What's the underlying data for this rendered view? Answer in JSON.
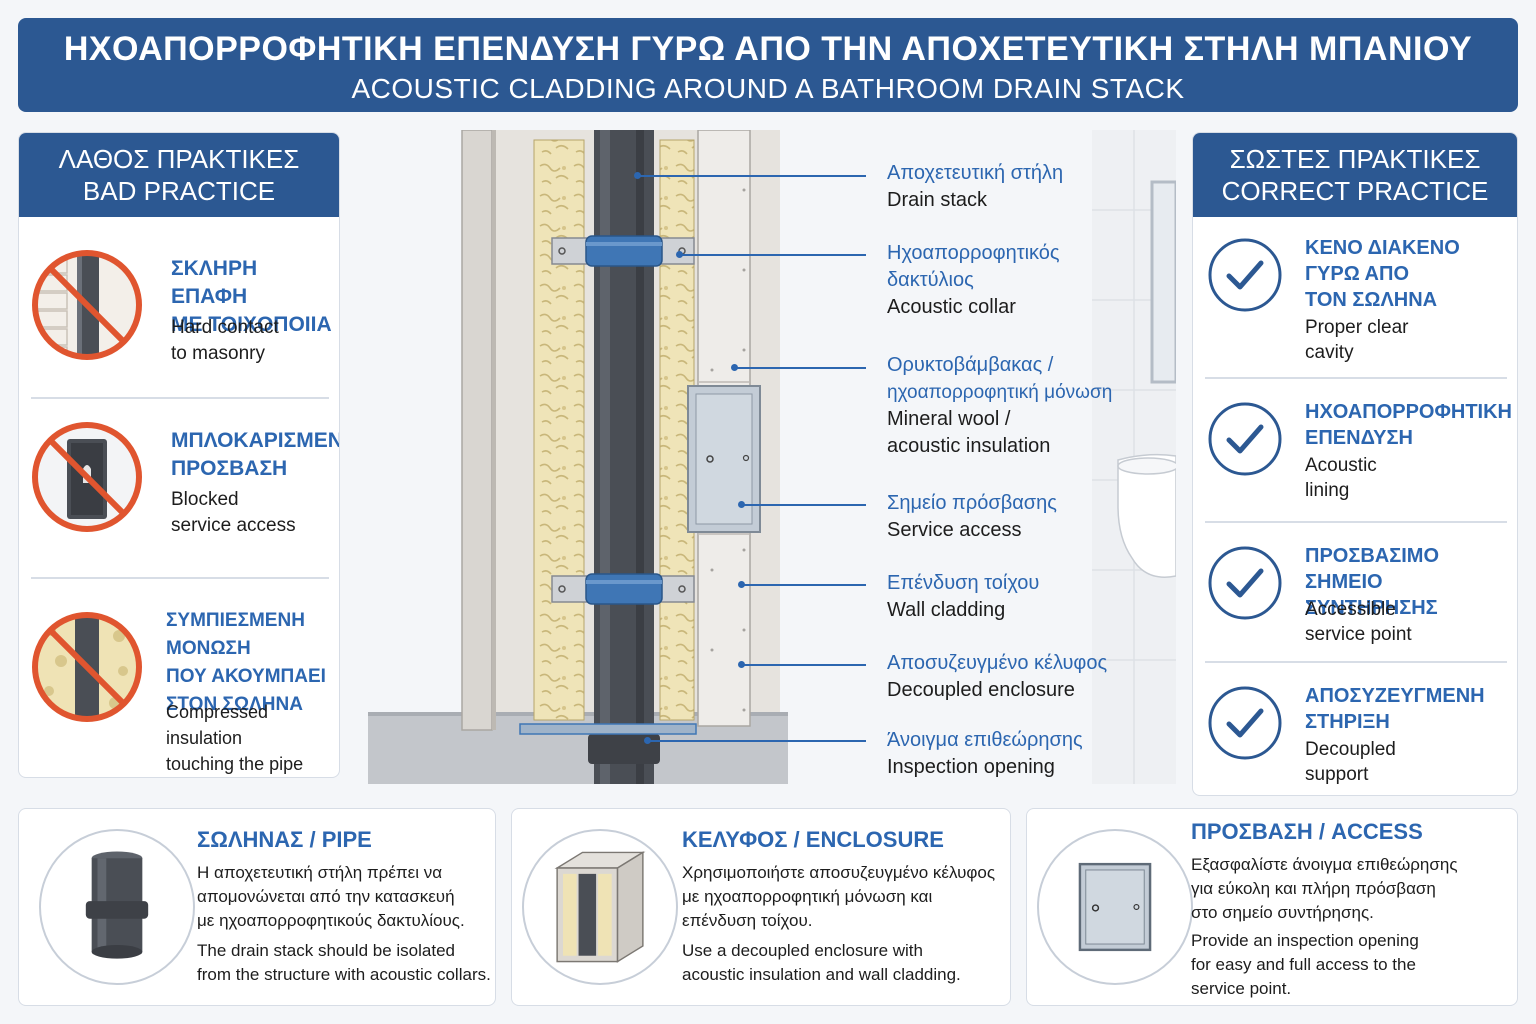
{
  "header": {
    "title_gr": "ΗΧΟΑΠΟΡΡΟΦΗΤΙΚΗ ΕΠΕΝΔΥΣΗ ΓΥΡΩ ΑΠΟ ΤΗΝ ΑΠΟΧΕΤΕΥΤΙΚΗ ΣΤΗΛΗ ΜΠΑΝΙΟΥ",
    "title_en": "ACOUSTIC CLADDING AROUND A BATHROOM DRAIN STACK"
  },
  "bad_practice": {
    "title_gr": "ΛΑΘΟΣ ΠΡΑΚΤΙΚΕΣ",
    "title_en": "BAD PRACTICE",
    "items": [
      {
        "gr1": "ΣΚΛΗΡΗ ΕΠΑΦΗ",
        "gr2": "ΜΕ ΤΟΙΧΟΠΟΙΙΑ",
        "gr3": "",
        "en1": "Hard contact",
        "en2": "to masonry",
        "icon": "prohibited-masonry-icon"
      },
      {
        "gr1": "ΜΠΛΟΚΑΡΙΣΜΕΝΗ",
        "gr2": "ΠΡΟΣΒΑΣΗ",
        "gr3": "",
        "en1": "Blocked",
        "en2": "service access",
        "icon": "prohibited-access-icon"
      },
      {
        "gr1": "ΣΥΜΠΙΕΣΜΕΝΗ ΜΟΝΩΣΗ",
        "gr2": "ΠΟΥ ΑΚΟΥΜΠΑΕΙ",
        "gr3": "ΣΤΟΝ ΣΩΛΗΝΑ",
        "en1": "Compressed insulation",
        "en2": "touching the pipe",
        "icon": "prohibited-insulation-icon"
      }
    ]
  },
  "correct_practice": {
    "title_gr": "ΣΩΣΤΕΣ ΠΡΑΚΤΙΚΕΣ",
    "title_en": "CORRECT PRACTICE",
    "items": [
      {
        "gr1": "ΚΕΝΟ ΔΙΑΚΕΝΟ",
        "gr2": "ΓΥΡΩ ΑΠΟ",
        "gr3": "ΤΟΝ ΣΩΛΗΝΑ",
        "en1": "Proper clear",
        "en2": "cavity"
      },
      {
        "gr1": "ΗΧΟΑΠΟΡΡΟΦΗΤΙΚΗ",
        "gr2": "ΕΠΕΝΔΥΣΗ",
        "gr3": "",
        "en1": "Acoustic",
        "en2": "lining"
      },
      {
        "gr1": "ΠΡΟΣΒΑΣΙΜΟ",
        "gr2": "ΣΗΜΕΙΟ ΣΥΝΤΗΡΗΣΗΣ",
        "gr3": "",
        "en1": "Accessible",
        "en2": "service point"
      },
      {
        "gr1": "ΑΠΟΣΥΖΕΥΓΜΕΝΗ",
        "gr2": "ΣΤΗΡΙΞΗ",
        "gr3": "",
        "en1": "Decoupled",
        "en2": "support"
      }
    ]
  },
  "callouts": [
    {
      "gr1": "Αποχετευτική στήλη",
      "gr2": "",
      "en1": "Drain stack",
      "en2": ""
    },
    {
      "gr1": "Ηχοαπορροφητικός",
      "gr2": "δακτύλιος",
      "en1": "Acoustic collar",
      "en2": ""
    },
    {
      "gr1": "Ορυκτοβάμβακας /",
      "gr2": "ηχοαπορροφητική μόνωση",
      "en1": "Mineral wool /",
      "en2": "acoustic insulation"
    },
    {
      "gr1": "Σημείο πρόσβασης",
      "gr2": "",
      "en1": "Service access",
      "en2": ""
    },
    {
      "gr1": "Επένδυση τοίχου",
      "gr2": "",
      "en1": "Wall cladding",
      "en2": ""
    },
    {
      "gr1": "Αποσυζευγμένο κέλυφος",
      "gr2": "",
      "en1": "Decoupled enclosure",
      "en2": ""
    },
    {
      "gr1": "Άνοιγμα επιθεώρησης",
      "gr2": "",
      "en1": "Inspection opening",
      "en2": ""
    }
  ],
  "cards": {
    "pipe": {
      "title": "ΣΩΛΗΝΑΣ / PIPE",
      "gr1": "Η αποχετευτική στήλη πρέπει να",
      "gr2": "απομονώνεται από την κατασκευή",
      "gr3": "με ηχοαπορροφητικούς δακτυλίους.",
      "en1": "The drain stack should be isolated",
      "en2": "from the structure with acoustic collars."
    },
    "enclosure": {
      "title": "ΚΕΛΥΦΟΣ / ENCLOSURE",
      "gr1": "Χρησιμοποιήστε αποσυζευγμένο κέλυφος",
      "gr2": "με ηχοαπορροφητική μόνωση και",
      "gr3": "επένδυση τοίχου.",
      "en1": "Use a decoupled enclosure with",
      "en2": "acoustic insulation and wall cladding."
    },
    "access": {
      "title": "ΠΡΟΣΒΑΣΗ / ACCESS",
      "gr1": "Εξασφαλίστε άνοιγμα επιθεώρησης",
      "gr2": "για εύκολη και πλήρη πρόσβαση",
      "gr3": "στο σημείο συντήρησης.",
      "en1": "Provide an inspection opening",
      "en2": "for easy and full access to the",
      "en3": "service point."
    }
  },
  "colors": {
    "brand_blue": "#2c5892",
    "accent_blue": "#2c66b0",
    "prohibit_red": "#e0552f",
    "wool_yellow": "#e9dca8",
    "pipe_dark": "#4a4e55"
  }
}
